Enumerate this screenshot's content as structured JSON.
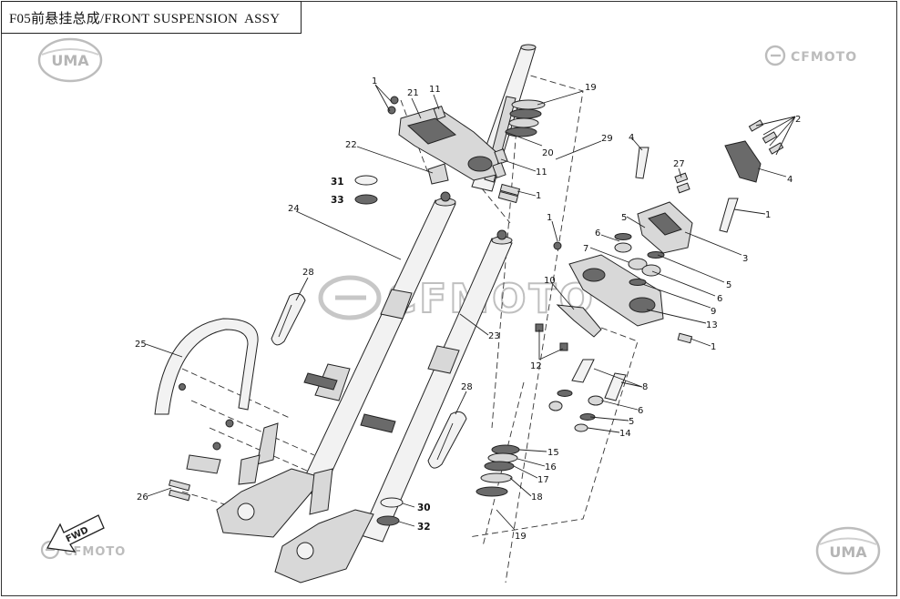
{
  "title": "F05前悬挂总成/FRONT SUSPENSION  ASSY",
  "brands": {
    "uma_text": "UMA",
    "cfmoto_text": "CFMOTO",
    "watermark_color": "#c0c0c0"
  },
  "direction_label": "FWD",
  "callouts": [
    {
      "id": "c1a",
      "label": "1"
    },
    {
      "id": "c21",
      "label": "21"
    },
    {
      "id": "c11a",
      "label": "11"
    },
    {
      "id": "c19a",
      "label": "19"
    },
    {
      "id": "c20",
      "label": "20"
    },
    {
      "id": "c29",
      "label": "29"
    },
    {
      "id": "c22",
      "label": "22"
    },
    {
      "id": "c11b",
      "label": "11"
    },
    {
      "id": "c1b",
      "label": "1"
    },
    {
      "id": "c31",
      "label": "31"
    },
    {
      "id": "c33",
      "label": "33"
    },
    {
      "id": "c24",
      "label": "24"
    },
    {
      "id": "c28a",
      "label": "28"
    },
    {
      "id": "c25",
      "label": "25"
    },
    {
      "id": "c23",
      "label": "23"
    },
    {
      "id": "c28b",
      "label": "28"
    },
    {
      "id": "c26",
      "label": "26"
    },
    {
      "id": "c30",
      "label": "30"
    },
    {
      "id": "c32",
      "label": "32"
    },
    {
      "id": "c19b",
      "label": "19"
    },
    {
      "id": "c1c",
      "label": "1"
    },
    {
      "id": "c4a",
      "label": "4"
    },
    {
      "id": "c27",
      "label": "27"
    },
    {
      "id": "c2",
      "label": "2"
    },
    {
      "id": "c4b",
      "label": "4"
    },
    {
      "id": "c1d",
      "label": "1"
    },
    {
      "id": "c5a",
      "label": "5"
    },
    {
      "id": "c6a",
      "label": "6"
    },
    {
      "id": "c3",
      "label": "3"
    },
    {
      "id": "c7",
      "label": "7"
    },
    {
      "id": "c5b",
      "label": "5"
    },
    {
      "id": "c6b",
      "label": "6"
    },
    {
      "id": "c9",
      "label": "9"
    },
    {
      "id": "c13",
      "label": "13"
    },
    {
      "id": "c10",
      "label": "10"
    },
    {
      "id": "c1e",
      "label": "1"
    },
    {
      "id": "c12",
      "label": "12"
    },
    {
      "id": "c8",
      "label": "8"
    },
    {
      "id": "c6c",
      "label": "6"
    },
    {
      "id": "c5c",
      "label": "5"
    },
    {
      "id": "c14",
      "label": "14"
    },
    {
      "id": "c15",
      "label": "15"
    },
    {
      "id": "c16",
      "label": "16"
    },
    {
      "id": "c17",
      "label": "17"
    },
    {
      "id": "c18",
      "label": "18"
    }
  ]
}
